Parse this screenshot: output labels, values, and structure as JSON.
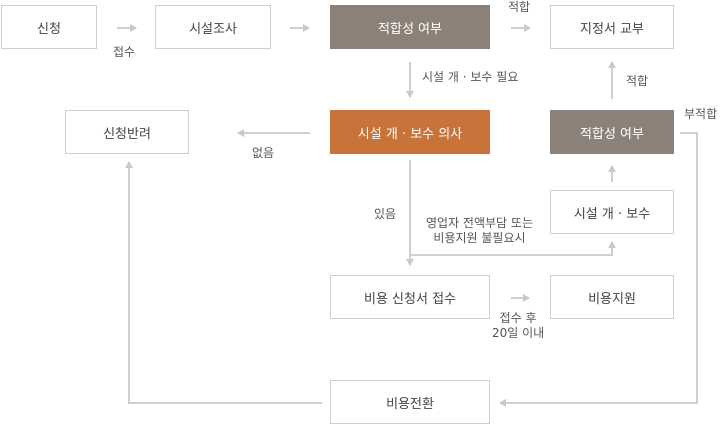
{
  "boxes": {
    "apply": "신청",
    "survey": "시설조사",
    "suitability1": "적합성 여부",
    "certificate": "지정서 교부",
    "reject": "신청반려",
    "repair_intent": "시설 개 · 보수 의사",
    "suitability2": "적합성 여부",
    "repair": "시설 개 · 보수",
    "cost_apply": "비용 신청서 접수",
    "cost_support": "비용지원",
    "cost_convert": "비용전환"
  },
  "labels": {
    "receipt": "접수",
    "suitable_top": "적합",
    "repair_needed": "시설 개 · 보수 필요",
    "suitable_mid": "적합",
    "unsuitable": "부적합",
    "none": "없음",
    "exists": "있음",
    "burden_line1": "영업자 전액부담 또는",
    "burden_line2": "비용지원 불필요시",
    "after_receipt_line1": "접수 후",
    "after_receipt_line2": "20일 이내"
  },
  "colors": {
    "dark_box": "#8b8178",
    "accent_box": "#c87339",
    "arrow": "#cccccc"
  }
}
